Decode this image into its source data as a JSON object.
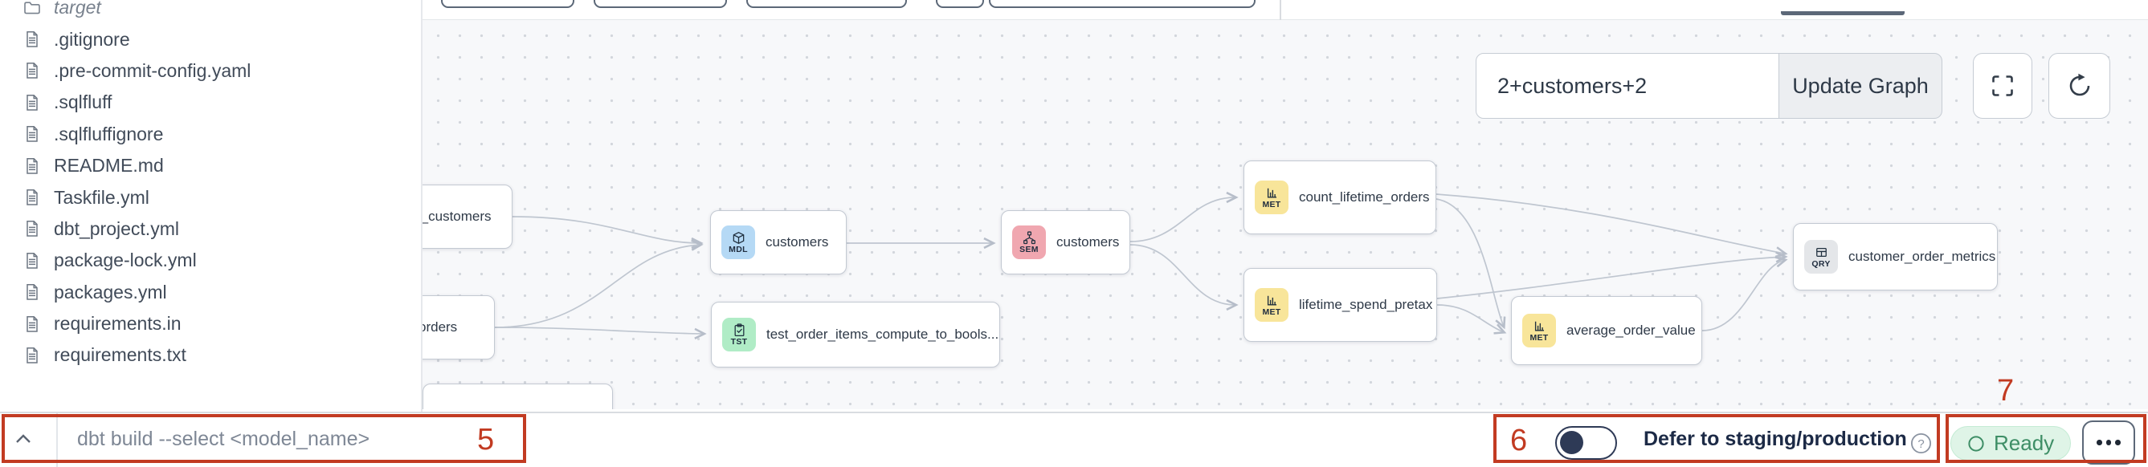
{
  "sidebar": {
    "items": [
      {
        "label": "target",
        "icon": "folder",
        "italic": true
      },
      {
        "label": ".gitignore",
        "icon": "file"
      },
      {
        "label": ".pre-commit-config.yaml",
        "icon": "file"
      },
      {
        "label": ".sqlfluff",
        "icon": "file"
      },
      {
        "label": ".sqlfluffignore",
        "icon": "file"
      },
      {
        "label": "README.md",
        "icon": "file"
      },
      {
        "label": "Taskfile.yml",
        "icon": "file"
      },
      {
        "label": "dbt_project.yml",
        "icon": "file"
      },
      {
        "label": "package-lock.yml",
        "icon": "file"
      },
      {
        "label": "packages.yml",
        "icon": "file"
      },
      {
        "label": "requirements.in",
        "icon": "file"
      },
      {
        "label": "requirements.txt",
        "icon": "file"
      }
    ]
  },
  "graph": {
    "selector_input": "2+customers+2",
    "update_button_label": "Update Graph",
    "nodes": [
      {
        "label": "stg_customers",
        "badge": ""
      },
      {
        "label": "orders",
        "badge": ""
      },
      {
        "label": "customers",
        "badge": "MDL"
      },
      {
        "label": "test_order_items_compute_to_bools...",
        "badge": "TST"
      },
      {
        "label": "customers",
        "badge": "SEM"
      },
      {
        "label": "count_lifetime_orders",
        "badge": "MET"
      },
      {
        "label": "lifetime_spend_pretax",
        "badge": "MET"
      },
      {
        "label": "average_order_value",
        "badge": "MET"
      },
      {
        "label": "customer_order_metrics",
        "badge": "QRY"
      }
    ]
  },
  "bottom_bar": {
    "command_placeholder": "dbt build --select <model_name>",
    "defer_label": "Defer to staging/production",
    "status_label": "Ready"
  },
  "annotations": {
    "step5": "5",
    "step6": "6",
    "step7": "7"
  },
  "colors": {
    "annotation_red": "#c23b22",
    "badge_mdl_bg": "#b5d9f5",
    "badge_sem_bg": "#f0a7b0",
    "badge_tst_bg": "#b0ecc6",
    "badge_met_bg": "#f8e59a",
    "badge_qry_bg": "#e4e6e9",
    "status_green_bg": "#dff4e7",
    "status_green_text": "#3e8e66",
    "toggle_navy": "#2e3a56",
    "edge_gray": "#bfc6d0"
  }
}
